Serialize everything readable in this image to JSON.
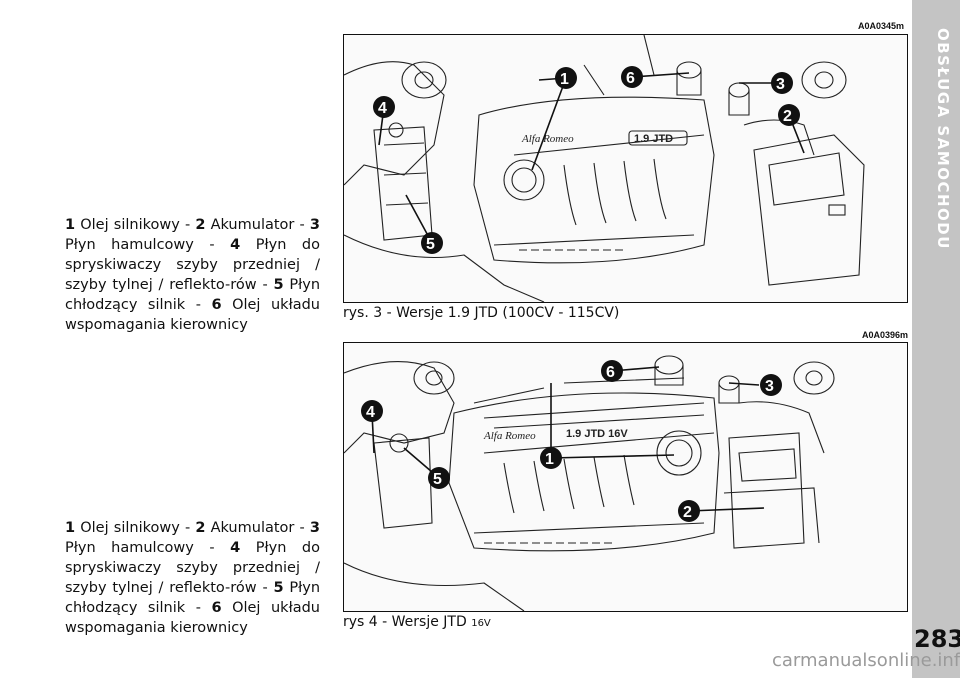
{
  "section_title": "OBSŁUGA SAMOCHODU",
  "page_number": "283",
  "watermark": "carmanualsonline.info",
  "figures": [
    {
      "code": "A0A0345m",
      "title": "rys. 3 - Wersje 1.9 JTD (100CV - 115CV)",
      "engine_label": "1.9 JTD",
      "brand": "Alfa Romeo"
    },
    {
      "code": "A0A0396m",
      "title_main": "rys 4 - Wersje JTD ",
      "title_small": "16V",
      "engine_label": "1.9 JTD 16V",
      "brand": "Alfa Romeo"
    }
  ],
  "callouts": [
    "1",
    "2",
    "3",
    "4",
    "5",
    "6"
  ],
  "legend": {
    "n1": "1",
    "t1": " Olej silnikowy - ",
    "n2": "2",
    "t2": " Akumulator - ",
    "n3": "3",
    "t3": " Płyn hamulcowy - ",
    "n4": "4",
    "t4": " Płyn do spryskiwaczy szyby przedniej / szyby tylnej / reflekto-rów - ",
    "n5": "5",
    "t5": " Płyn chłodzący silnik - ",
    "n6": "6",
    "t6": " Olej układu wspomagania kierownicy"
  }
}
